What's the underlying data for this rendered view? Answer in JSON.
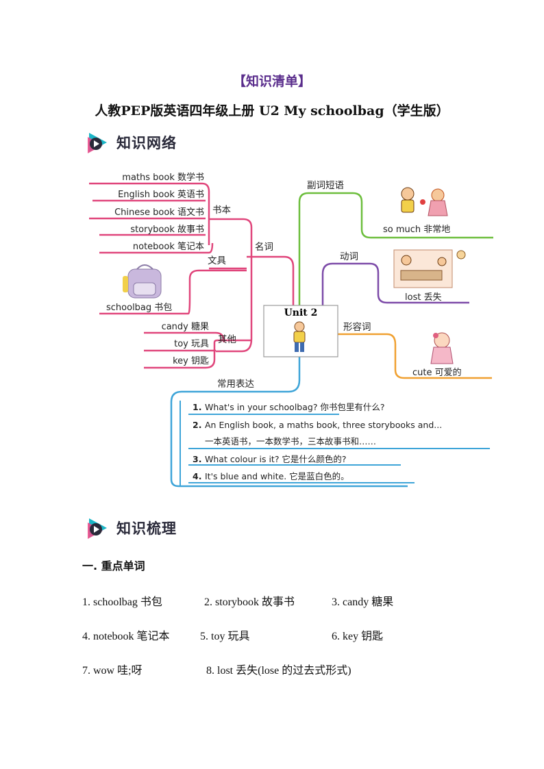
{
  "header": {
    "tag": "【知识清单】",
    "title": "人教PEP版英语四年级上册 U2 My schoolbag（学生版）"
  },
  "sections": {
    "network": "知识网络",
    "review": "知识梳理"
  },
  "mindmap": {
    "center": "Unit 2",
    "branches": {
      "noun": "名词",
      "book": "书本",
      "stationery": "文具",
      "other": "其他",
      "adverb": "副词短语",
      "verb": "动词",
      "adjective": "形容词",
      "expressions": "常用表达"
    },
    "books": [
      "maths book 数学书",
      "English book 英语书",
      "Chinese book 语文书",
      "storybook 故事书",
      "notebook 笔记本"
    ],
    "schoolbag": "schoolbag 书包",
    "others": [
      "candy 糖果",
      "toy 玩具",
      "key 钥匙"
    ],
    "so_much": "so much 非常地",
    "lost": "lost 丢失",
    "cute": "cute 可爱的",
    "sentences": [
      {
        "num": "1.",
        "text": "What's in your schoolbag? 你书包里有什么?"
      },
      {
        "num": "2.",
        "text": "An English book, a maths book, three storybooks and..."
      },
      {
        "num": "",
        "text": "一本英语书，一本数学书，三本故事书和……"
      },
      {
        "num": "3.",
        "text": "What colour is it?  它是什么颜色的?"
      },
      {
        "num": "4.",
        "text": "It's blue and white. 它是蓝白色的。"
      }
    ]
  },
  "key_words": {
    "heading": "一. 重点单词",
    "rows": [
      [
        "1. schoolbag  书包",
        "2. storybook  故事书",
        "3. candy  糖果"
      ],
      [
        "4. notebook  笔记本",
        "5. toy  玩具",
        "6. key  钥匙"
      ],
      [
        "7. wow  哇;呀",
        "8. lost  丢失(lose  的过去式形式)"
      ]
    ]
  }
}
